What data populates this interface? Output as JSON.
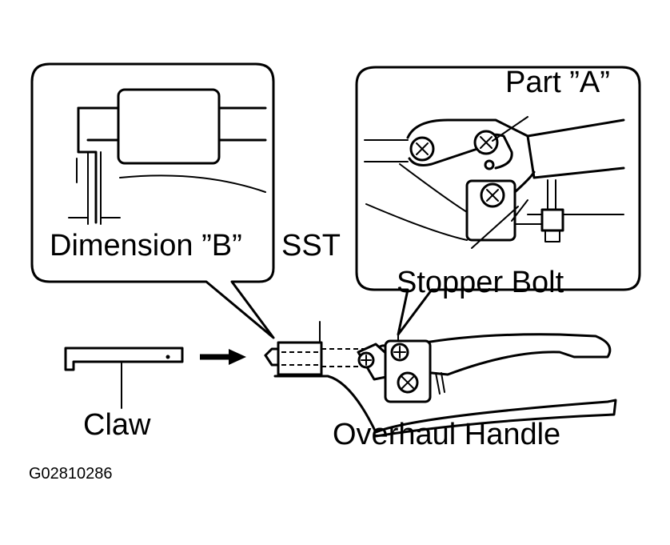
{
  "labels": {
    "part_a": "Part ”A”",
    "dimension_b": "Dimension ”B”",
    "sst": "SST",
    "stopper_bolt": "Stopper Bolt",
    "claw": "Claw",
    "overhaul_handle": "Overhaul Handle",
    "figure_code": "G02810286"
  }
}
